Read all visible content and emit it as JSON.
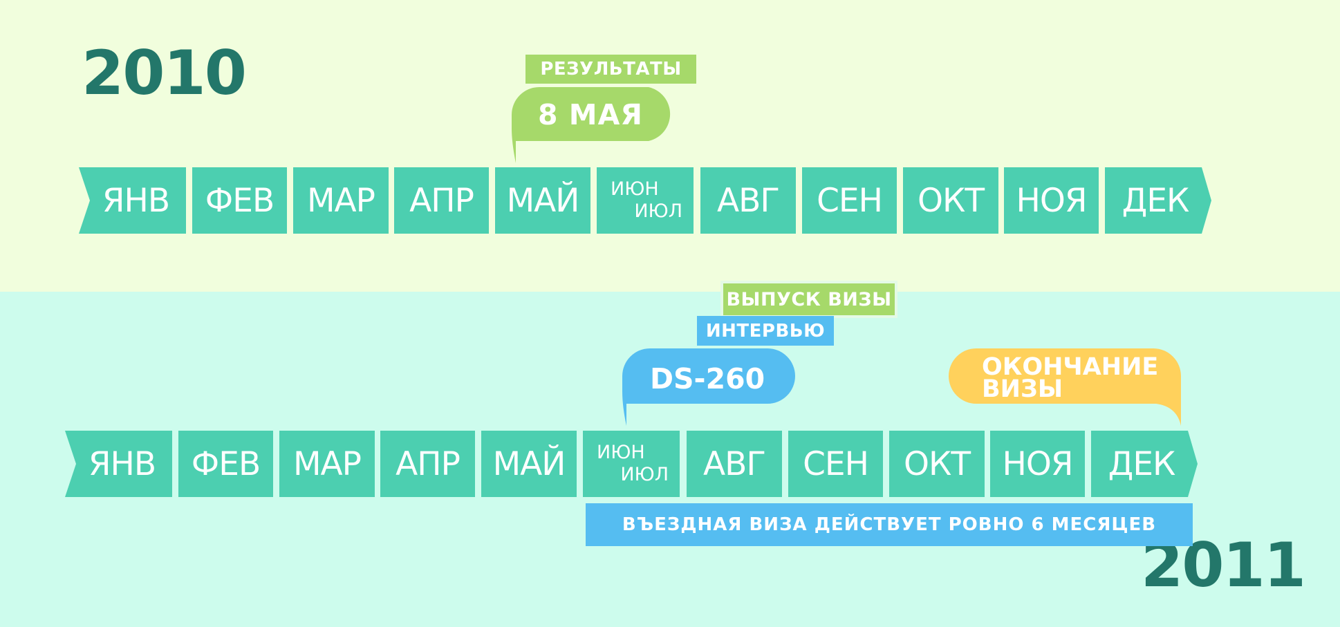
{
  "years": {
    "top": "2010",
    "bottom": "2011"
  },
  "timeline_2010": {
    "months": [
      "ЯНВ",
      "ФЕВ",
      "МАР",
      "АПР",
      "МАЙ",
      "ИЮН",
      "ИЮЛ",
      "АВГ",
      "СЕН",
      "ОКТ",
      "НОЯ",
      "ДЕК"
    ]
  },
  "timeline_2011": {
    "months": [
      "ЯНВ",
      "ФЕВ",
      "МАР",
      "АПР",
      "МАЙ",
      "ИЮН",
      "ИЮЛ",
      "АВГ",
      "СЕН",
      "ОКТ",
      "НОЯ",
      "ДЕК"
    ]
  },
  "events": {
    "results_label": "РЕЗУЛЬТАТЫ",
    "results_date": "8 МАЯ",
    "visa_issue_label": "ВЫПУСК ВИЗЫ",
    "interview_label": "ИНТЕРВЬЮ",
    "ds260": "DS-260",
    "visa_end_line1": "ОКОНЧАНИЕ",
    "visa_end_line2": "ВИЗЫ",
    "validity_note": "ВЪЕЗДНАЯ ВИЗА ДЕЙСТВУЕТ РОВНО 6 МЕСЯЦЕВ"
  },
  "colors": {
    "top_background": "#f1fedd",
    "bottom_background": "#cdfced",
    "month_block": "#4ccfb0",
    "year_text": "#23776a",
    "green_label": "#a6d96a",
    "blue_label": "#55bdf1",
    "yellow_bubble": "#ffd15c"
  }
}
